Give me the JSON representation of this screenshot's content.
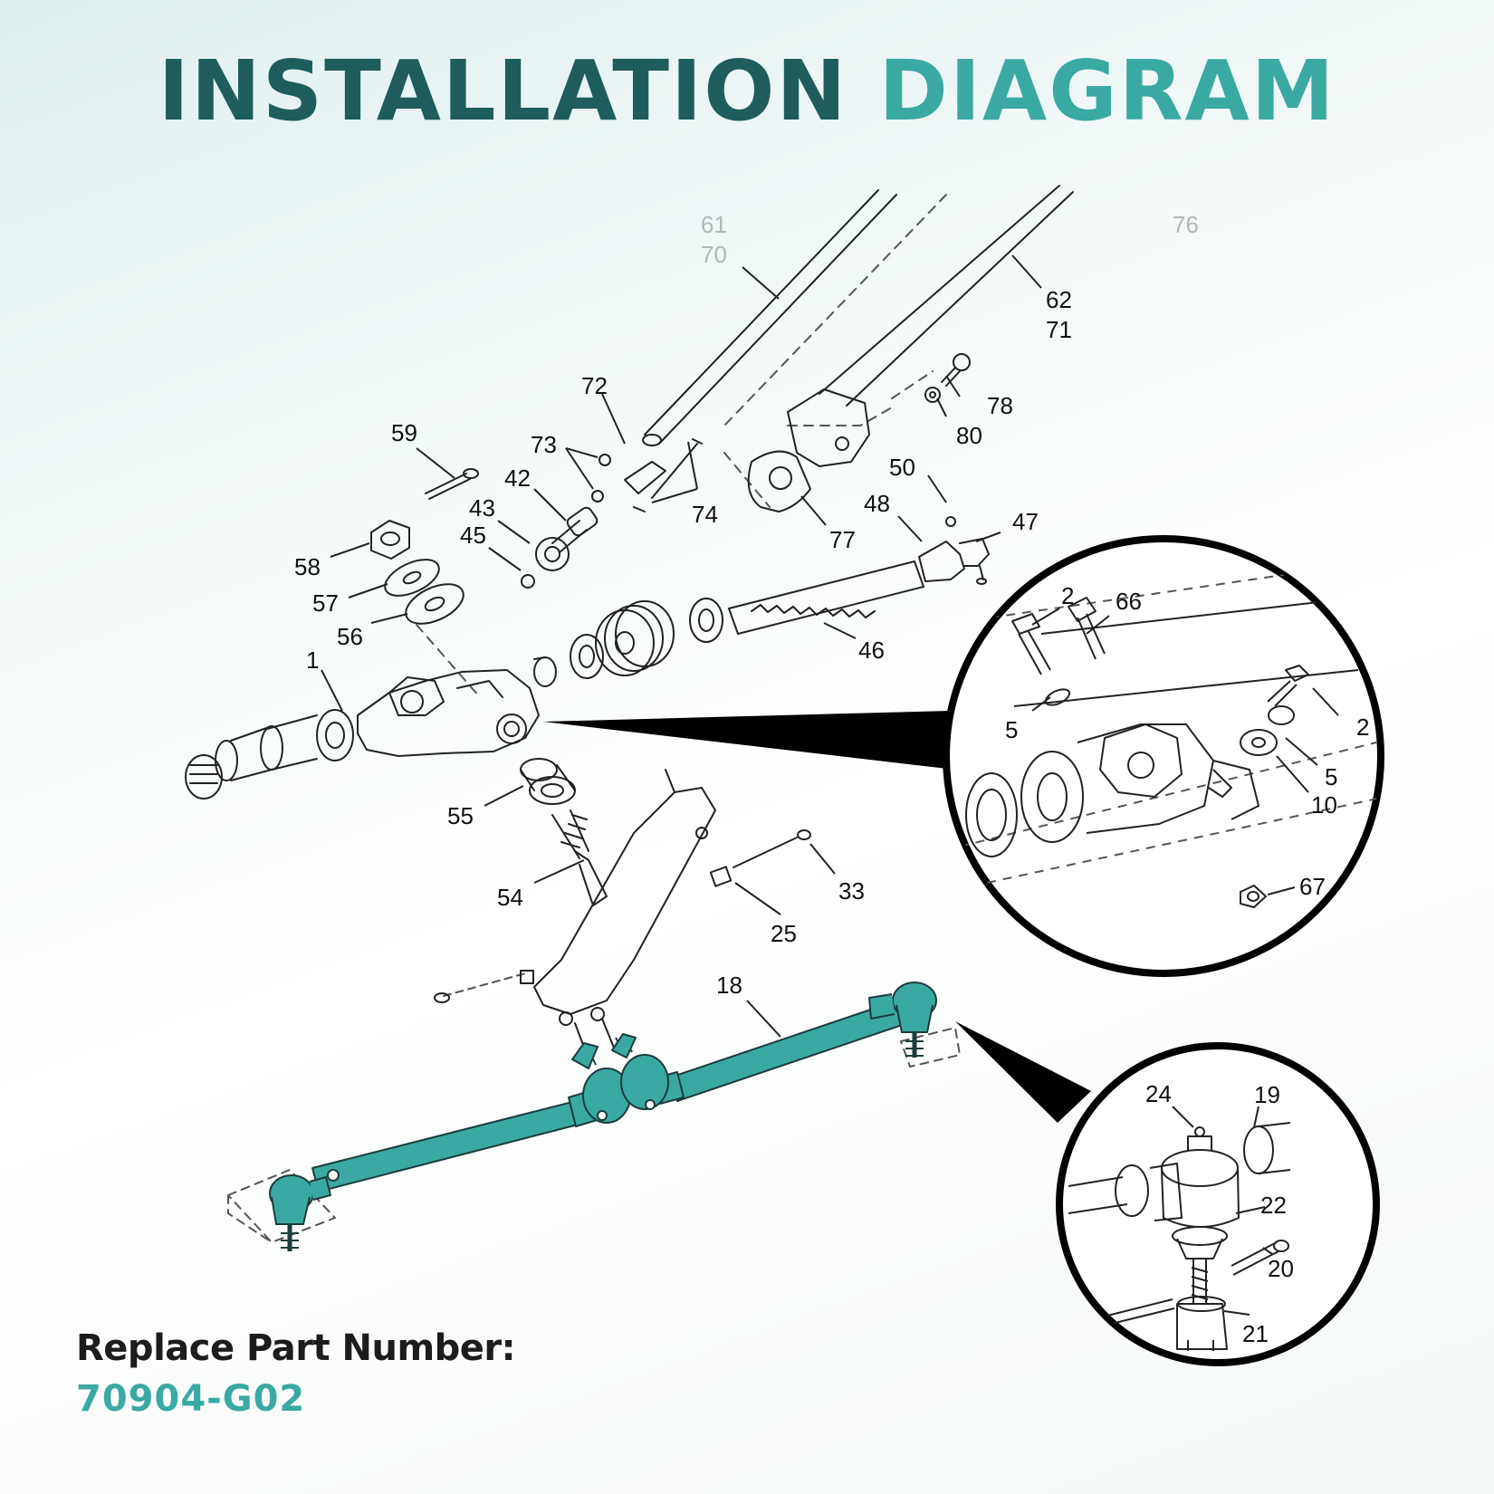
{
  "header": {
    "title_part1": "INSTALLATION",
    "title_part2": "DIAGRAM"
  },
  "colors": {
    "title_dark": "#1f5d5c",
    "accent": "#3aa9a2",
    "tie_rod": "#3aa9a2",
    "line": "#222222"
  },
  "callouts": {
    "c61": "61",
    "c70": "70",
    "c76": "76",
    "c62": "62",
    "c71": "71",
    "c72": "72",
    "c78": "78",
    "c80": "80",
    "c59": "59",
    "c73": "73",
    "c42": "42",
    "c50": "50",
    "c43": "43",
    "c74": "74",
    "c48": "48",
    "c47": "47",
    "c45": "45",
    "c77": "77",
    "c58": "58",
    "c57": "57",
    "c56": "56",
    "c46": "46",
    "c1": "1",
    "c55": "55",
    "c54": "54",
    "c33": "33",
    "c25": "25",
    "c18": "18"
  },
  "detail_upper": {
    "d2a": "2",
    "d66": "66",
    "d5a": "5",
    "d2b": "2",
    "d5b": "5",
    "d10": "10",
    "d67": "67"
  },
  "detail_lower": {
    "d24": "24",
    "d19": "19",
    "d22": "22",
    "d20": "20",
    "d21": "21"
  },
  "footer": {
    "replace_label": "Replace Part Number:",
    "part_number": "70904-G02"
  }
}
